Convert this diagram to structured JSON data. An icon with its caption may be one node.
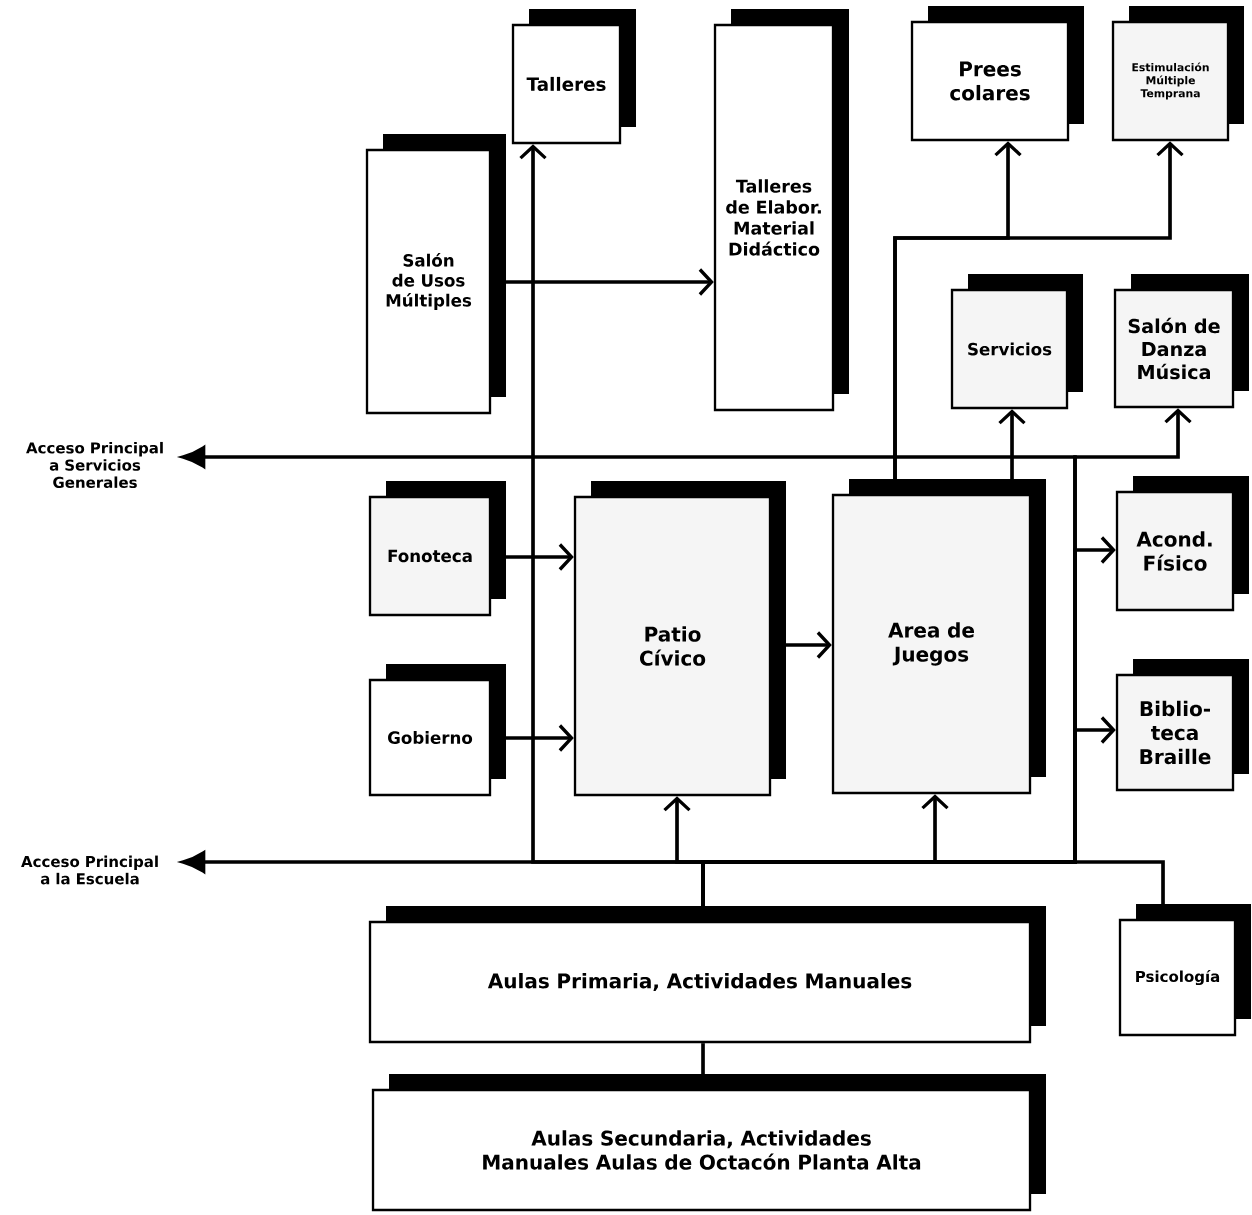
{
  "diagram": {
    "nodes": [
      {
        "text": [
          "Talleres"
        ]
      },
      {
        "text": [
          "Talleres de Elabor. Material Didáctico"
        ]
      },
      {
        "text": [
          "Prees colares"
        ]
      },
      {
        "text": [
          "Estimulación Múltiple Temprana"
        ]
      },
      {
        "text": [
          "Salón de Usos Múltiples"
        ]
      },
      {
        "text": [
          "Servicios"
        ]
      },
      {
        "text": [
          "Salón de Danza Música"
        ]
      },
      {
        "text": [
          "Acceso Principal a Servicios Generales"
        ]
      },
      {
        "text": [
          "Fonoteca"
        ]
      },
      {
        "text": [
          "Patio Cívico"
        ]
      },
      {
        "text": [
          "Area de Juegos"
        ]
      },
      {
        "text": [
          "Acond. Físico"
        ]
      },
      {
        "text": [
          "Gobierno"
        ]
      },
      {
        "text": [
          "Biblio- teca Braille"
        ]
      },
      {
        "text": [
          "Acceso Principal a la Escuela"
        ]
      },
      {
        "text": [
          "Aulas Primaria, Actividades Manuales"
        ]
      },
      {
        "text": [
          "Psicología"
        ]
      },
      {
        "text": [
          "Aulas Secundaria, Actividades Manuales Aulas de Octacón Planta Alta"
        ]
      }
    ],
    "edges": [
      {
        "from": 4,
        "to": 1,
        "arrow": "to"
      },
      {
        "from": 8,
        "to": 9,
        "arrow": "to"
      },
      {
        "from": 12,
        "to": 9,
        "arrow": "to"
      },
      {
        "from": 9,
        "to": 10,
        "arrow": "to"
      },
      {
        "from": 15,
        "to": 17,
        "arrow": "none"
      },
      {
        "from": 15,
        "to": 14,
        "arrow": "to"
      },
      {
        "from": 15,
        "to": 9,
        "arrow": "to"
      },
      {
        "from": 15,
        "to": 10,
        "arrow": "to"
      },
      {
        "from": 15,
        "to": 0,
        "arrow": "to"
      },
      {
        "from": 15,
        "to": 16,
        "arrow": "none"
      },
      {
        "from": 15,
        "to": 11,
        "arrow": "to"
      },
      {
        "from": 15,
        "to": 13,
        "arrow": "to"
      },
      {
        "from": 15,
        "to": 7,
        "arrow": "to"
      },
      {
        "from": 15,
        "to": 6,
        "arrow": "to"
      },
      {
        "from": 10,
        "to": 5,
        "arrow": "to"
      },
      {
        "from": 10,
        "to": 2,
        "arrow": "to"
      },
      {
        "from": 10,
        "to": 3,
        "arrow": "to"
      }
    ]
  }
}
